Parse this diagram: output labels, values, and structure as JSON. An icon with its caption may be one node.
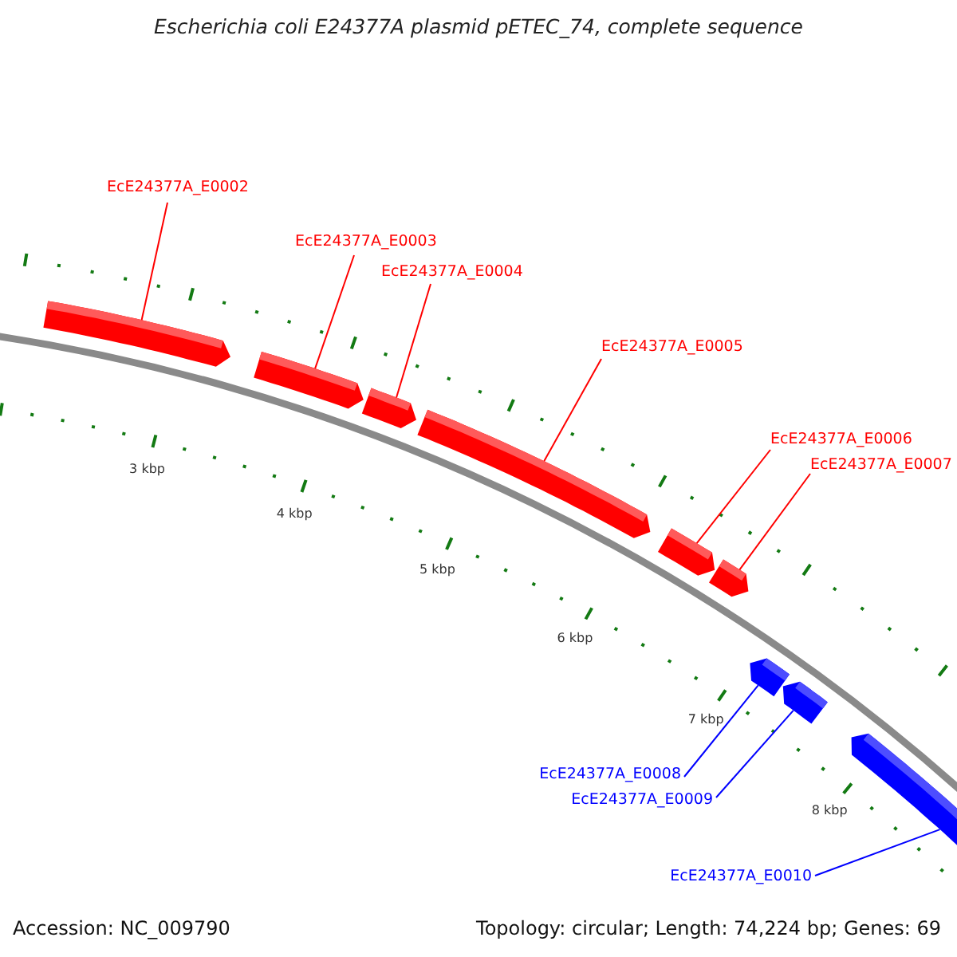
{
  "diagram": {
    "title": "Escherichia coli E24377A plasmid pETEC_74, complete sequence",
    "nodes": [
      {
        "text": [
          "EcE24377A_E0002"
        ]
      },
      {
        "text": [
          "EcE24377A_E0003"
        ]
      },
      {
        "text": [
          "EcE24377A_E0004"
        ]
      },
      {
        "text": [
          "EcE24377A_E0005"
        ]
      },
      {
        "text": [
          "EcE24377A_E0006"
        ]
      },
      {
        "text": [
          "EcE24377A_E0007"
        ]
      },
      {
        "text": [
          "EcE24377A_E0008"
        ]
      },
      {
        "text": [
          "EcE24377A_E0009"
        ]
      },
      {
        "text": [
          "EcE24377A_E0010"
        ]
      },
      {
        "text": [],
        "shape": "arrow"
      },
      {
        "text": [],
        "shape": "arrow"
      },
      {
        "text": [],
        "shape": "arrow"
      },
      {
        "text": [],
        "shape": "arrow"
      },
      {
        "text": [],
        "shape": "arrow"
      },
      {
        "text": [],
        "shape": "arrow"
      },
      {
        "text": [],
        "shape": "arrow"
      },
      {
        "text": [],
        "shape": "arrow"
      },
      {
        "text": [],
        "shape": "arrow"
      }
    ],
    "edges": [
      {
        "from": 0,
        "to": 9,
        "arrow": "none"
      },
      {
        "from": 1,
        "to": 10,
        "arrow": "none"
      },
      {
        "from": 2,
        "to": 11,
        "arrow": "none"
      },
      {
        "from": 3,
        "to": 12,
        "arrow": "none"
      },
      {
        "from": 4,
        "to": 13,
        "arrow": "none"
      },
      {
        "from": 5,
        "to": 14,
        "arrow": "none"
      },
      {
        "from": 6,
        "to": 15,
        "arrow": "none",
        "color": "#0000ff"
      },
      {
        "from": 7,
        "to": 16,
        "arrow": "none",
        "color": "#0000ff"
      },
      {
        "from": 8,
        "to": 17,
        "arrow": "none",
        "color": "#0000ff"
      }
    ],
    "labels": [
      "3 kbp",
      "4 kbp",
      "5 kbp",
      "6 kbp",
      "7 kbp",
      "8 kbp",
      "Accession: NC_009790",
      "Topology: circular; Length: 74,224 bp; Genes: 69"
    ]
  }
}
